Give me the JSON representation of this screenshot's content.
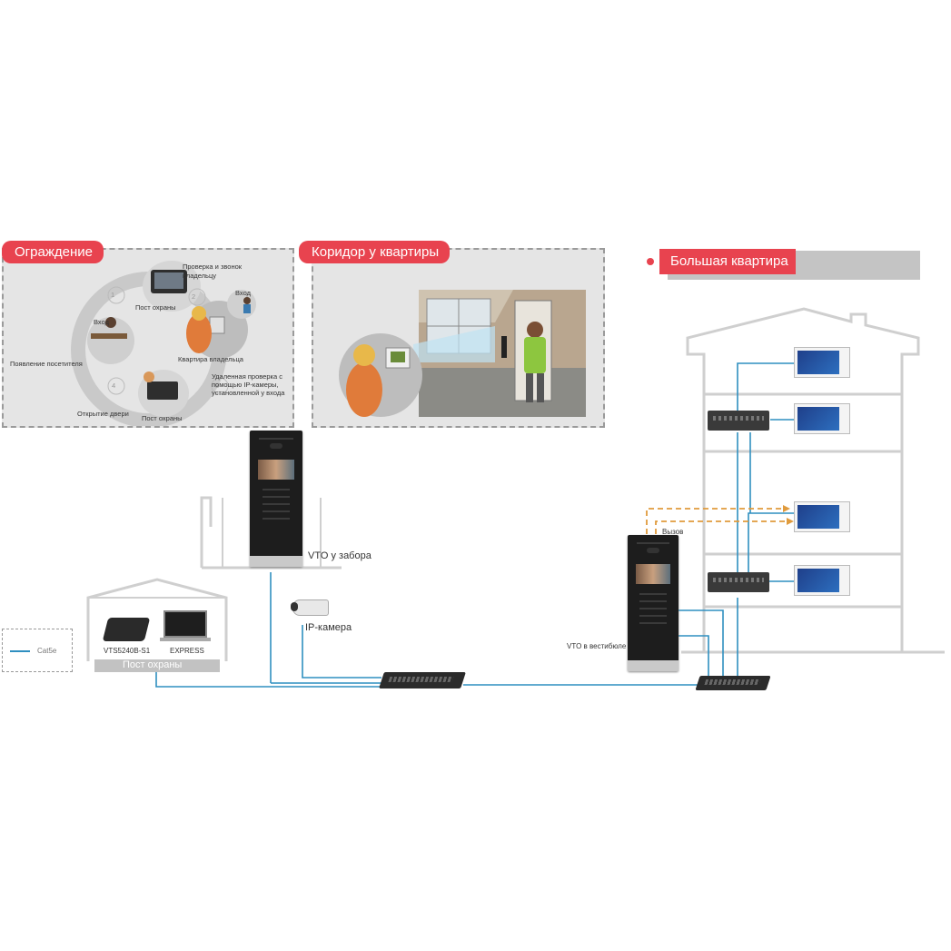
{
  "sections": {
    "fence": {
      "title": "Ограждение"
    },
    "corridor": {
      "title": "Коридор у квартиры"
    },
    "apartment": {
      "title": "Большая квартира"
    }
  },
  "fence_steps": {
    "step1": "Проверка и звонок",
    "step1b": "владельцу",
    "entry_top": "Вход",
    "guard_top": "Пост охраны",
    "entry_left": "Вход",
    "visitor": "Появление посетителя",
    "owner_apt": "Квартира владельца",
    "remote1": "Удаленная проверка с",
    "remote2": "помощью IP-камеры,",
    "remote3": "установленной у входа",
    "open_door": "Открытие двери",
    "guard_bottom": "Пост охраны",
    "numbers": [
      "1",
      "2",
      "3",
      "4"
    ]
  },
  "devices": {
    "vto_fence": "VTO у забора",
    "ip_camera": "IP-камера",
    "vts_model": "VTS5240B-S1",
    "express": "EXPRESS",
    "guard_post": "Пост охраны",
    "vto_lobby": "VTO в вестибюле",
    "call": "Вызов"
  },
  "legend": {
    "cable": "Cat5e"
  },
  "colors": {
    "accent": "#e8434f",
    "cable": "#2f8fc0",
    "call": "#e09b3d"
  }
}
